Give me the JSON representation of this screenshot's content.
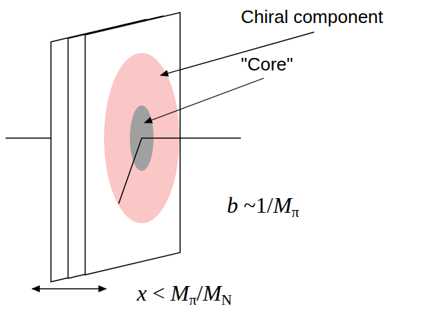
{
  "diagram": {
    "labels": [
      "Chiral component",
      "\"Core\"",
      "b",
      "~1/",
      "M",
      "π",
      "x",
      "<",
      "M",
      "π",
      "/",
      "M",
      "N"
    ]
  }
}
